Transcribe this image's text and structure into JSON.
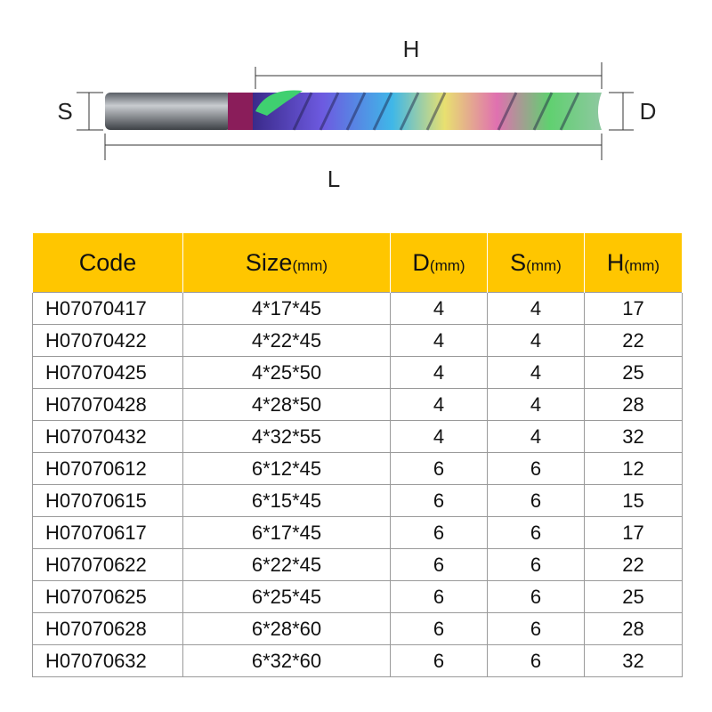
{
  "diagram": {
    "label_h": "H",
    "label_l": "L",
    "label_s": "S",
    "label_d": "D"
  },
  "table": {
    "headers": [
      {
        "main": "Code",
        "unit": ""
      },
      {
        "main": "Size",
        "unit": "(mm)"
      },
      {
        "main": "D",
        "unit": "(mm)"
      },
      {
        "main": "S",
        "unit": "(mm)"
      },
      {
        "main": "H",
        "unit": "(mm)"
      }
    ],
    "rows": [
      [
        "H07070417",
        "4*17*45",
        "4",
        "4",
        "17"
      ],
      [
        "H07070422",
        "4*22*45",
        "4",
        "4",
        "22"
      ],
      [
        "H07070425",
        "4*25*50",
        "4",
        "4",
        "25"
      ],
      [
        "H07070428",
        "4*28*50",
        "4",
        "4",
        "28"
      ],
      [
        "H07070432",
        "4*32*55",
        "4",
        "4",
        "32"
      ],
      [
        "H07070612",
        "6*12*45",
        "6",
        "6",
        "12"
      ],
      [
        "H07070615",
        "6*15*45",
        "6",
        "6",
        "15"
      ],
      [
        "H07070617",
        "6*17*45",
        "6",
        "6",
        "17"
      ],
      [
        "H07070622",
        "6*22*45",
        "6",
        "6",
        "22"
      ],
      [
        "H07070625",
        "6*25*45",
        "6",
        "6",
        "25"
      ],
      [
        "H07070628",
        "6*28*60",
        "6",
        "6",
        "28"
      ],
      [
        "H07070632",
        "6*32*60",
        "6",
        "6",
        "32"
      ]
    ]
  },
  "colors": {
    "header_bg": "#ffc600"
  }
}
